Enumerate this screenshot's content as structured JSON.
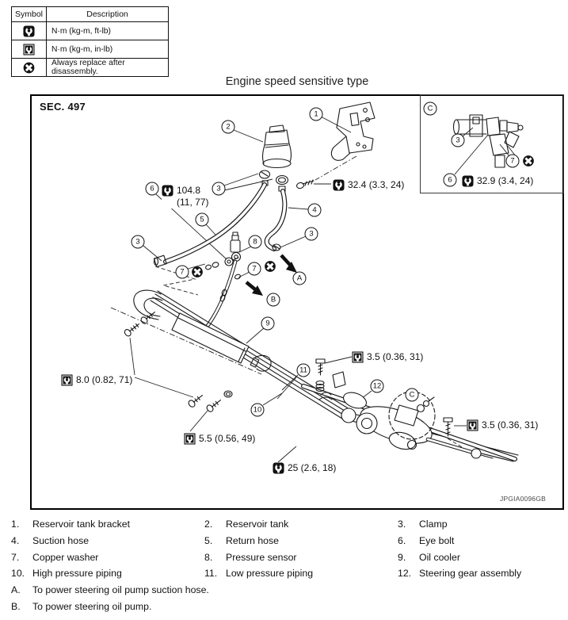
{
  "symbol_table": {
    "col_symbol": "Symbol",
    "col_description": "Description",
    "rows": [
      {
        "icon": "torque-wrench-ftlb-icon",
        "description": "N·m (kg-m, ft-lb)"
      },
      {
        "icon": "torque-wrench-inlb-icon",
        "description": "N·m (kg-m, in-lb)"
      },
      {
        "icon": "replace-after-disassembly-icon",
        "description": "Always replace after disassembly."
      }
    ]
  },
  "title": "Engine speed sensitive type",
  "diagram": {
    "section": "SEC. 497",
    "figure_code": "JPGIA0096GB",
    "callouts": [
      "1",
      "2",
      "3",
      "6",
      "5",
      "4",
      "3",
      "3",
      "7",
      "7",
      "8",
      "A",
      "B",
      "9",
      "10",
      "11",
      "12",
      "C",
      "C",
      "3",
      "7",
      "6"
    ],
    "torques": [
      {
        "style": "ft-lb",
        "line1": "32.4 (3.3, 24)"
      },
      {
        "style": "ft-lb",
        "line1": "104.8",
        "line2": "(11, 77)"
      },
      {
        "style": "ft-lb",
        "line1": "32.9 (3.4, 24)"
      },
      {
        "style": "in-lb",
        "line1": "8.0 (0.82, 71)"
      },
      {
        "style": "in-lb",
        "line1": "3.5 (0.36, 31)"
      },
      {
        "style": "in-lb",
        "line1": "5.5 (0.56, 49)"
      },
      {
        "style": "in-lb",
        "line1": "3.5 (0.36, 31)"
      },
      {
        "style": "ft-lb",
        "line1": "25 (2.6, 18)"
      }
    ]
  },
  "legend": {
    "items": [
      {
        "num": "1.",
        "label": "Reservoir tank bracket"
      },
      {
        "num": "2.",
        "label": "Reservoir tank"
      },
      {
        "num": "3.",
        "label": "Clamp"
      },
      {
        "num": "4.",
        "label": "Suction hose"
      },
      {
        "num": "5.",
        "label": "Return hose"
      },
      {
        "num": "6.",
        "label": "Eye bolt"
      },
      {
        "num": "7.",
        "label": "Copper washer"
      },
      {
        "num": "8.",
        "label": "Pressure sensor"
      },
      {
        "num": "9.",
        "label": "Oil cooler"
      },
      {
        "num": "10.",
        "label": "High pressure piping"
      },
      {
        "num": "11.",
        "label": "Low pressure piping"
      },
      {
        "num": "12.",
        "label": "Steering gear assembly"
      }
    ],
    "notes": [
      {
        "num": "A.",
        "label": "To power steering oil pump suction hose."
      },
      {
        "num": "B.",
        "label": "To power steering oil pump."
      }
    ]
  },
  "colors": {
    "line": "#1a1a1a",
    "background": "#ffffff"
  }
}
